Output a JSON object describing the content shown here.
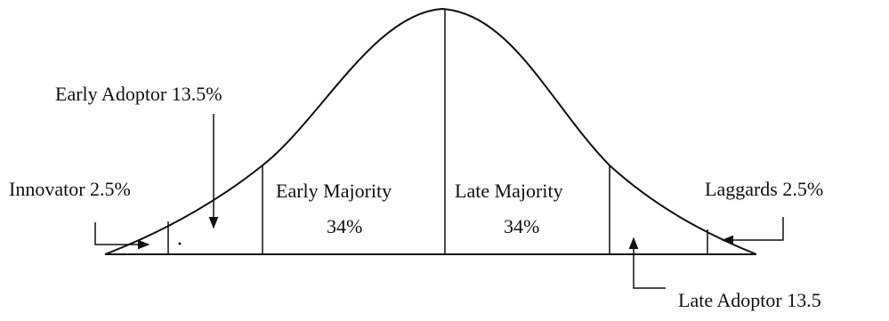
{
  "labels": {
    "early_adoptor": "Early Adoptor 13.5%",
    "innovator": "Innovator 2.5%",
    "early_majority": "Early Majority",
    "early_majority_pct": "34%",
    "late_majority": "Late Majority",
    "late_majority_pct": "34%",
    "laggards": "Laggards 2.5%",
    "late_adoptor": "Late Adoptor 13.5"
  },
  "colors": {
    "ink": "#111111",
    "background": "#ffffff"
  }
}
